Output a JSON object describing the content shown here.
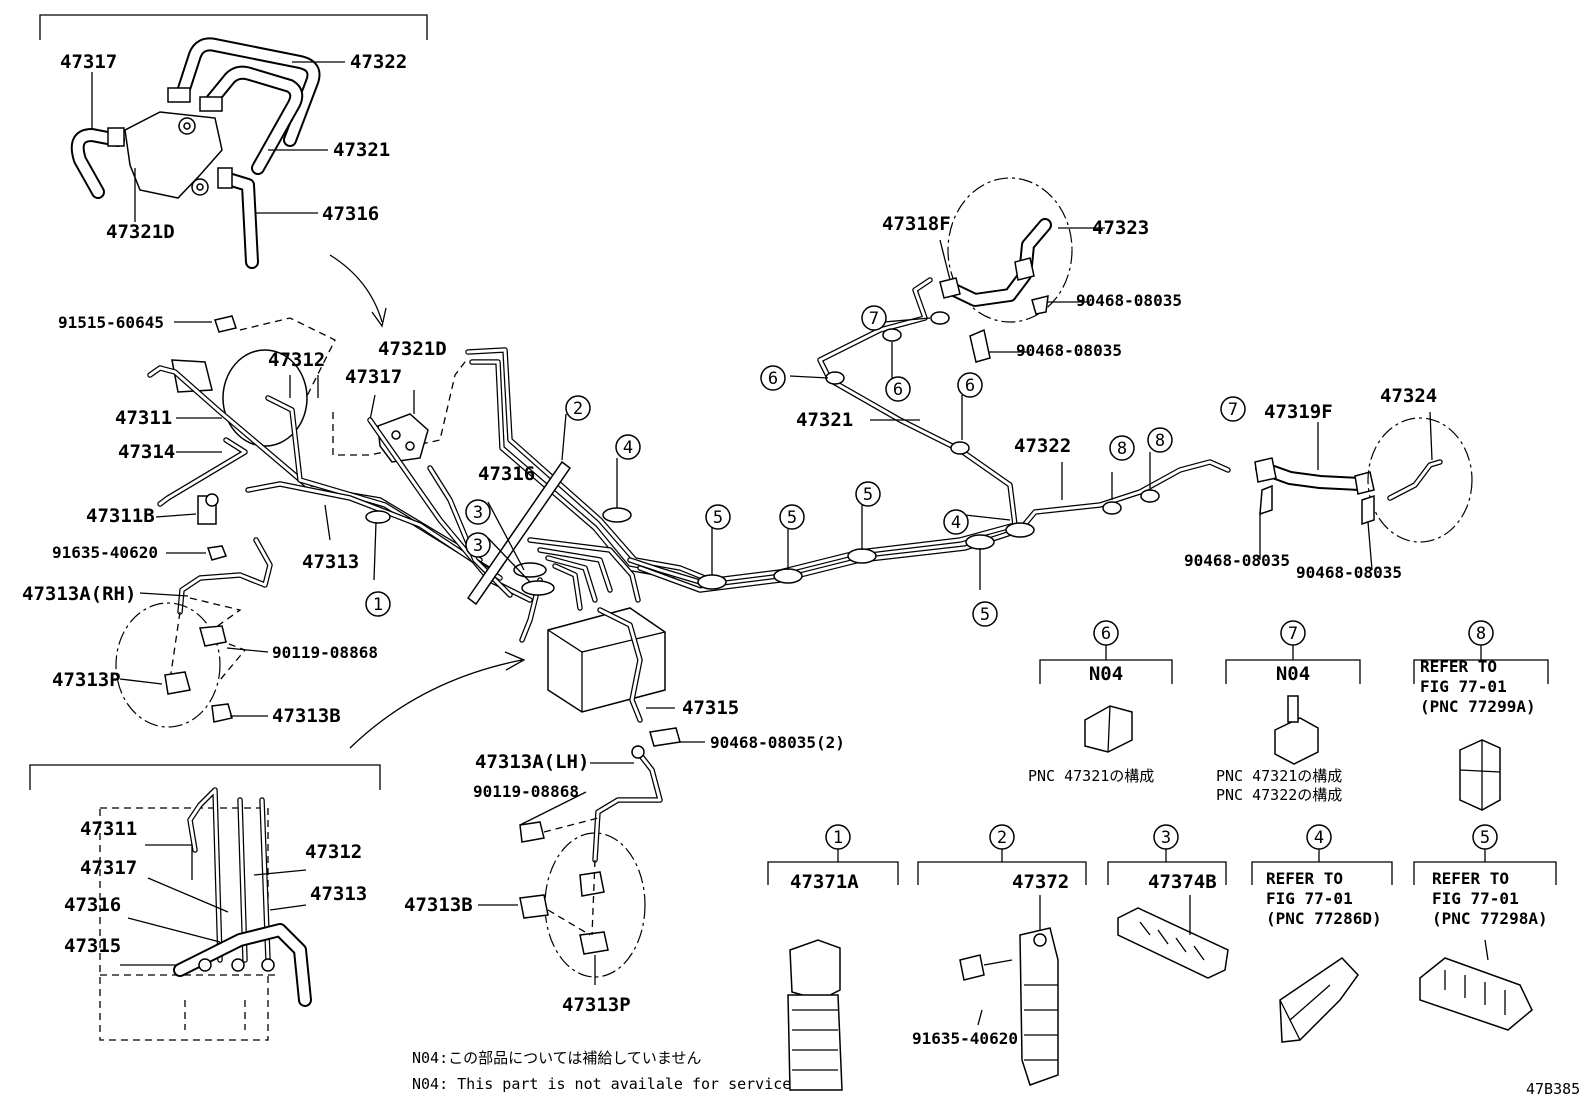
{
  "figure_id": "47B385",
  "parts": {
    "p47317_top": "47317",
    "p47322_top": "47322",
    "p47321_top": "47321",
    "p47316_top": "47316",
    "p47321D_top": "47321D",
    "p91515": "91515-60645",
    "p47312": "47312",
    "p47321D_mid": "47321D",
    "p47317_mid": "47317",
    "p47311": "47311",
    "p47314": "47314",
    "p47316_mid": "47316",
    "p47311B": "47311B",
    "p47313": "47313",
    "p91635_left": "91635-40620",
    "p47313A_RH": "47313A(RH)",
    "p90119_upper": "90119-08868",
    "p47313P_upper": "47313P",
    "p47313B_upper": "47313B",
    "p47315_mid": "47315",
    "p90468_2": "90468-08035(2)",
    "p47313A_LH": "47313A(LH)",
    "p90119_lower": "90119-08868",
    "p47313B_lower": "47313B",
    "p47313P_lower": "47313P",
    "p47318F": "47318F",
    "p47323": "47323",
    "p90468_a": "90468-08035",
    "p90468_b": "90468-08035",
    "p47321_mid": "47321",
    "p47322_mid": "47322",
    "p47319F": "47319F",
    "p47324": "47324",
    "p90468_c": "90468-08035",
    "p90468_d": "90468-08035",
    "inset_47311": "47311",
    "inset_47317": "47317",
    "inset_47316": "47316",
    "inset_47315": "47315",
    "inset_47312": "47312",
    "inset_47313": "47313"
  },
  "callouts": {
    "c1": "1",
    "c2": "2",
    "c3a": "3",
    "c3b": "3",
    "c4a": "4",
    "c4b": "4",
    "c5a": "5",
    "c5b": "5",
    "c5c": "5",
    "c5d": "5",
    "c6a": "6",
    "c6b": "6",
    "c6c": "6",
    "c7a": "7",
    "c7b": "7",
    "c8a": "8",
    "c8b": "8"
  },
  "legend": {
    "box6": {
      "num": "6",
      "code": "N04",
      "caption": "PNC 47321の構成"
    },
    "box7": {
      "num": "7",
      "code": "N04",
      "caption1": "PNC 47321の構成",
      "caption2": "PNC 47322の構成"
    },
    "box8": {
      "num": "8",
      "line1": "REFER TO",
      "line2": "FIG 77-01",
      "line3": "(PNC 77299A)"
    },
    "box1": {
      "num": "1",
      "part": "47371A"
    },
    "box2": {
      "num": "2",
      "part": "47372",
      "bolt": "91635-40620"
    },
    "box3": {
      "num": "3",
      "part": "47374B"
    },
    "box4": {
      "num": "4",
      "line1": "REFER TO",
      "line2": "FIG 77-01",
      "line3": "(PNC 77286D)"
    },
    "box5": {
      "num": "5",
      "line1": "REFER TO",
      "line2": "FIG 77-01",
      "line3": "(PNC 77298A)"
    }
  },
  "notes": {
    "jp": "N04:この部品については補給していません",
    "en": "N04: This part is not availale for service"
  }
}
